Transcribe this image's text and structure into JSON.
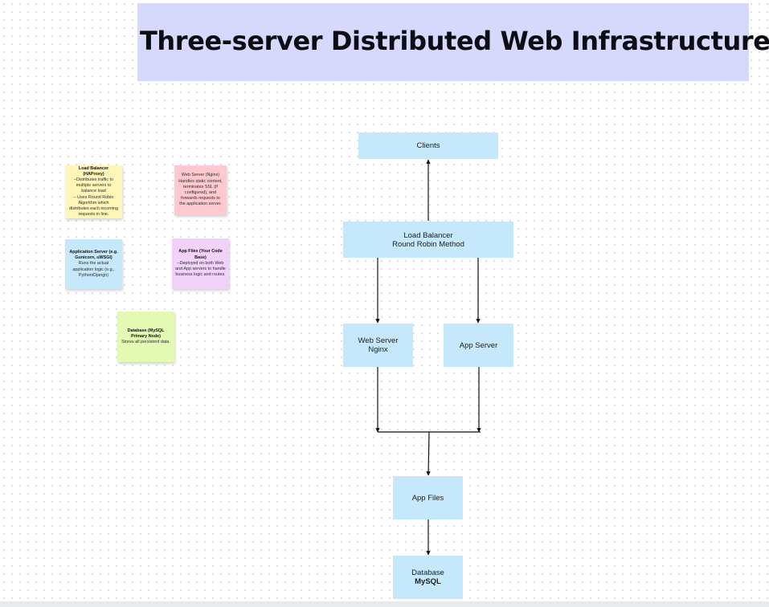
{
  "diagram": {
    "title": "Three-server Distributed Web Infrastructure",
    "notes": [
      {
        "id": "load-balancer-note",
        "title": "Load Balancer (HAProxy)",
        "body": "–Distributes traffic to multiple servers to balance load\n– Uses Round Robin Algorithm which distributes each incoming requests in line."
      },
      {
        "id": "web-server-note",
        "title": "",
        "body": "Web Server (Nginx)\nHandles static content, terminates SSL (if configured), and forwards requests to the application server."
      },
      {
        "id": "application-server-note",
        "title": "Application Server (e.g. Gunicorn, uWSGI)",
        "body": "Runs the actual application logic (e.g., Python/Django)"
      },
      {
        "id": "app-files-note",
        "title": "App Files (Your Code Base)",
        "body": "–Deployed on both Web and App servers to handle business logic and routes."
      },
      {
        "id": "database-note",
        "title": "Database (MySQL Primary Node)",
        "body": "Stores all persistent data."
      }
    ],
    "nodes": {
      "clients": {
        "label": "Clients"
      },
      "load_balancer": {
        "line1": "Load Balancer",
        "line2": "Round Robin Method"
      },
      "web_server": {
        "line1": "Web Server",
        "line2": "Nginx"
      },
      "app_server": {
        "label": "App Server"
      },
      "app_files": {
        "label": "App Files"
      },
      "database": {
        "line1": "Database",
        "line2": "MySQL"
      }
    },
    "colors": {
      "title_banner": "#d6d9fb",
      "node_fill": "#c5e8fc",
      "note_yellow": "#fff6b8",
      "note_pink": "#ffc9cf",
      "note_blue": "#c5e8fb",
      "note_purple": "#f2d2fb",
      "note_green": "#e4f9b4",
      "connector": "#111111"
    }
  }
}
